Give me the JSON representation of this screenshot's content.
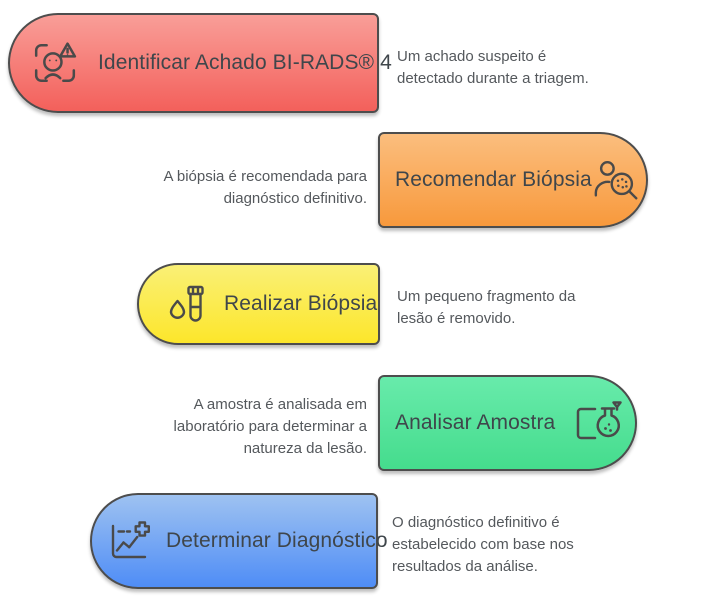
{
  "diagram": {
    "background": "#ffffff",
    "border_color": "#4d4d4d",
    "title_color": "#3f464b",
    "description_color": "#54585c",
    "icon_color": "#4a4a4a"
  },
  "steps": [
    {
      "title": "Identificar Achado BI-RADS® 4",
      "desc_lines": [
        "Um achado suspeito é",
        "detectado durante a triagem."
      ],
      "icon": "face-scan-alert-icon",
      "gradient_top": "#F99E98",
      "gradient_bottom": "#F3605B",
      "card_side": "left"
    },
    {
      "title": "Recomendar Biópsia",
      "desc_lines": [
        "A biópsia é recomendada para",
        "diagnóstico definitivo."
      ],
      "icon": "person-sample-search-icon",
      "gradient_top": "#FBBE7E",
      "gradient_bottom": "#F8993C",
      "card_side": "right"
    },
    {
      "title": "Realizar Biópsia",
      "desc_lines": [
        "Um pequeno fragmento da",
        "lesão é removido."
      ],
      "icon": "droplet-test-tube-icon",
      "gradient_top": "#FAF076",
      "gradient_bottom": "#FCE62B",
      "card_side": "left"
    },
    {
      "title": "Analisar Amostra",
      "desc_lines": [
        "A amostra é analisada em",
        "laboratório para determinar a",
        "natureza da lesão."
      ],
      "icon": "flask-document-icon",
      "gradient_top": "#68EBAB",
      "gradient_bottom": "#45DC8D",
      "card_side": "right"
    },
    {
      "title": "Determinar Diagnóstico",
      "desc_lines": [
        "O diagnóstico definitivo é",
        "estabelecido com base nos",
        "resultados da análise."
      ],
      "icon": "diagnosis-chart-icon",
      "gradient_top": "#9EC2F1",
      "gradient_bottom": "#4F8DF6",
      "card_side": "left"
    }
  ]
}
